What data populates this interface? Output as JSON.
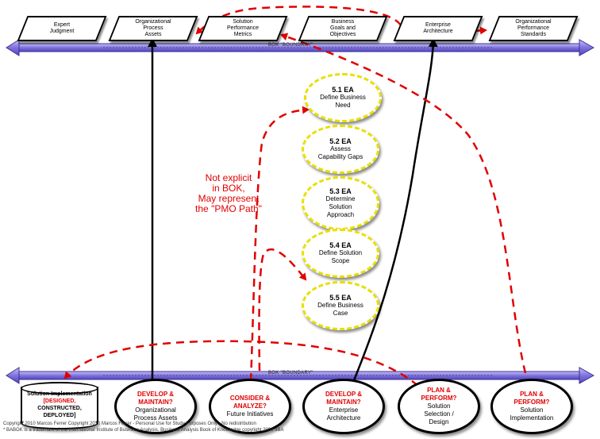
{
  "top_boxes": [
    {
      "id": "expert",
      "text": "Expert\nJudgment"
    },
    {
      "id": "opa",
      "text": "Organizational\nProcess\nAssets"
    },
    {
      "id": "spm",
      "text": "Solution\nPerformance\nMetrics"
    },
    {
      "id": "bgo",
      "text": "Business\nGoals and\nObjectives"
    },
    {
      "id": "ea",
      "text": "Enterprise\nArchitecture"
    },
    {
      "id": "ops",
      "text": "Organizational\nPerformance\nStandards"
    }
  ],
  "top_band_label": "BOK \"BOUNDARY\"",
  "bottom_band_label": "BOK \"BOUNDARY\"",
  "tasks": [
    {
      "title": "5.1 EA",
      "desc": "Define Business\nNeed"
    },
    {
      "title": "5.2 EA",
      "desc": "Assess\nCapability Gaps"
    },
    {
      "title": "5.3 EA",
      "desc": "Determine\nSolution\nApproach"
    },
    {
      "title": "5.4 EA",
      "desc": "Define Solution\nScope"
    },
    {
      "title": "5.5 EA",
      "desc": "Define Business\nCase"
    }
  ],
  "note": "Not explicit\nin BOK,\nMay represent\nthe \"PMO Path\"",
  "storage": {
    "title": "Solution Implementation",
    "red": "[DESIGNED,",
    "rest": "CONSTRUCTED,\nDEPLOYED]"
  },
  "bottom_ovals": [
    {
      "q": "DEVELOP &\nMAINTAIN?",
      "d": "Organizational\nProcess Assets"
    },
    {
      "q": "CONSIDER &\nANALYZE?",
      "d": "Future Initiatives"
    },
    {
      "q": "DEVELOP &\nMAINTAIN?",
      "d": "Enterprise\nArchitecture"
    },
    {
      "q": "PLAN &\nPERFORM?",
      "d": "Solution\nSelection /\nDesign"
    },
    {
      "q": "PLAN &\nPERFORM?",
      "d": "Solution\nImplementation"
    }
  ],
  "footer": [
    "Copyright 2010 Marcos Ferrer Copyright 2010 Marcos Ferrer - Personal Use for Study Purposes Only - No redistribution",
    "* BABOK is a trademark of the International Institute of Business Analysis.  Business Analysis Book of Knowledge copyright 2009 IIBA"
  ],
  "colors": {
    "band": "#8a7ee0",
    "band_edge": "#3a2f9a",
    "dashed": "#e00000",
    "task_border": "#e8e000"
  }
}
